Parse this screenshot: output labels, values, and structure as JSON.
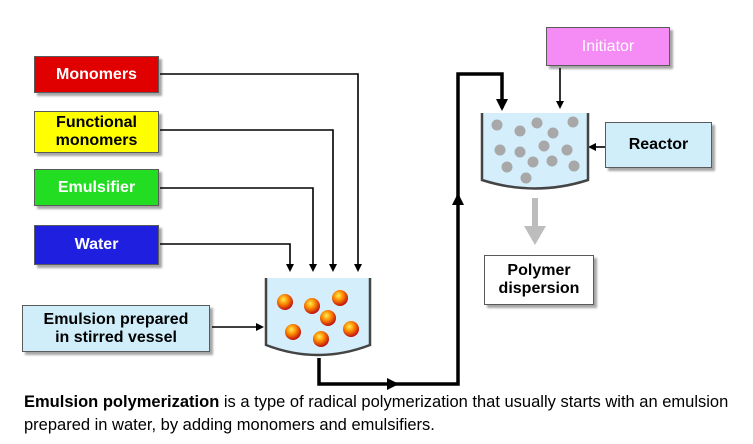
{
  "inputs": {
    "monomers": {
      "label": "Monomers",
      "bg": "#e00000",
      "fg": "#ffffff"
    },
    "functional": {
      "label_line1": "Functional",
      "label_line2": "monomers",
      "bg": "#ffff00",
      "fg": "#000000"
    },
    "emulsifier": {
      "label": "Emulsifier",
      "bg": "#22dd22",
      "fg": "#ffffff"
    },
    "water": {
      "label": "Water",
      "bg": "#1f1fe0",
      "fg": "#ffffff"
    }
  },
  "emulsion_box": {
    "line1": "Emulsion prepared",
    "line2": "in stirred vessel",
    "bg": "#cfeefa"
  },
  "initiator": {
    "label": "Initiator",
    "bg": "#f58cf5",
    "fg": "#ffffff"
  },
  "reactor": {
    "label": "Reactor",
    "bg": "#cfeefa"
  },
  "polymer": {
    "line1": "Polymer",
    "line2": "dispersion"
  },
  "caption": {
    "term": "Emulsion polymerization",
    "rest": " is a type of radical polymerization that usually starts with an emulsion prepared in water, by adding monomers and emulsifiers."
  },
  "colors": {
    "vessel_fill": "#d4eefb",
    "droplet_orange": "#ff7a00",
    "particle_grey": "#a8a8a8"
  }
}
